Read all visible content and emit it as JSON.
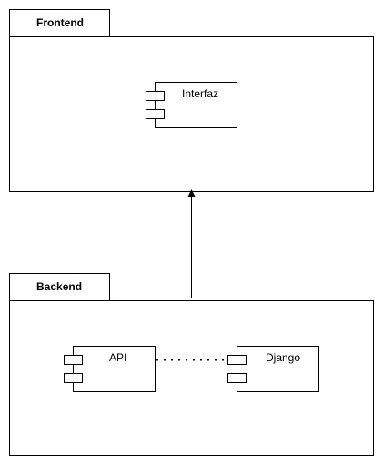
{
  "packages": {
    "frontend": {
      "title": "Frontend"
    },
    "backend": {
      "title": "Backend"
    }
  },
  "components": {
    "interfaz": {
      "label": "Interfaz"
    },
    "api": {
      "label": "API"
    },
    "django": {
      "label": "Django"
    }
  },
  "connectors": {
    "backend_to_frontend": {
      "type": "dependency-arrow"
    },
    "api_to_django": {
      "type": "dotted-association"
    }
  },
  "colors": {
    "stroke": "#000000",
    "fill": "#ffffff"
  }
}
